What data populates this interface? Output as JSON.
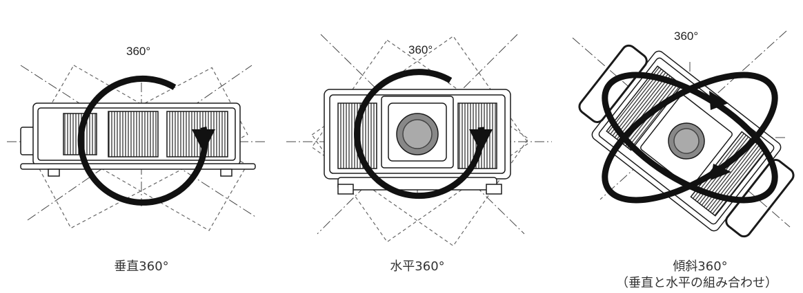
{
  "panels": [
    {
      "angle_label": "360°",
      "caption": "垂直360°",
      "subcaption": ""
    },
    {
      "angle_label": "360°",
      "caption": "水平360°",
      "subcaption": ""
    },
    {
      "angle_label": "360°",
      "caption": "傾斜360°",
      "subcaption": "（垂直と水平の組み合わせ）"
    }
  ],
  "colors": {
    "line": "#1a1a1a",
    "dash": "#555555",
    "arrow": "#111111"
  }
}
